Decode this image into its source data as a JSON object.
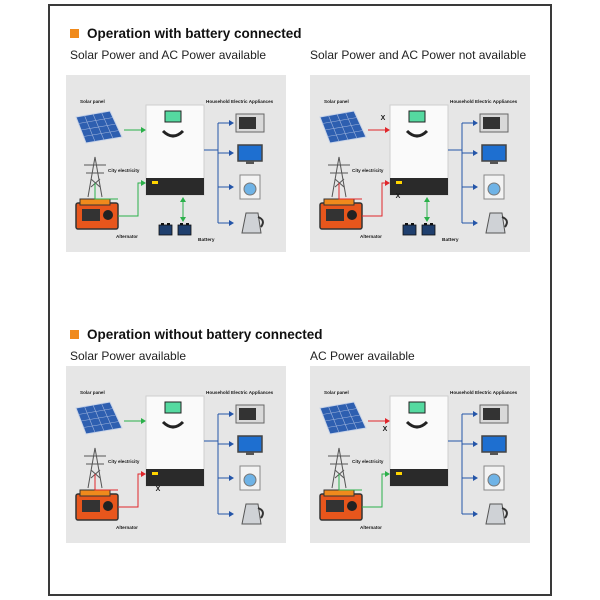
{
  "section1": {
    "title": "Operation with battery connected"
  },
  "section2": {
    "title": "Operation without battery connected"
  },
  "panels": [
    {
      "subtitle": "Solar Power and AC Power available",
      "solar_panel": "Solar panel",
      "city": "City electricity",
      "alternator": "Alternator",
      "appliances": "Household Electric Appliances",
      "battery": "Battery"
    },
    {
      "subtitle": "Solar Power and AC Power not available",
      "solar_panel": "Solar panel",
      "city": "City electricity",
      "alternator": "Alternator",
      "appliances": "Household Electric Appliances",
      "battery": "Battery"
    },
    {
      "subtitle": "Solar Power available",
      "solar_panel": "Solar panel",
      "city": "City electricity",
      "alternator": "Alternator",
      "appliances": "Household Electric Appliances"
    },
    {
      "subtitle": "AC Power available",
      "solar_panel": "Solar panel",
      "city": "City electricity",
      "alternator": "Alternator",
      "appliances": "Household Electric Appliances"
    }
  ],
  "x_mark": "X",
  "colors": {
    "accent": "#f08a1c",
    "flow_green": "#2bb04a",
    "flow_red": "#e0262b",
    "flow_blue": "#2455a8"
  }
}
